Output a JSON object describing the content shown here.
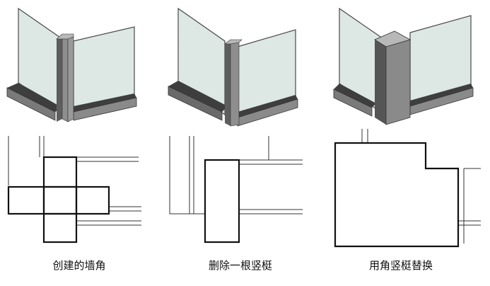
{
  "captions": [
    "创建的墙角",
    "删除一根竖梃",
    "用角竖梃替换"
  ],
  "colors": {
    "glass_fill": "#dde7e4",
    "glass_stroke": "#4a4a4a",
    "mullion_front": "#8a8a8a",
    "mullion_side": "#5e5e5e",
    "mullion_top": "#b8b8b8",
    "sill_front": "#7a7a7a",
    "sill_top": "#3e3e3e",
    "line": "#333333",
    "heavy_line": "#111111"
  }
}
